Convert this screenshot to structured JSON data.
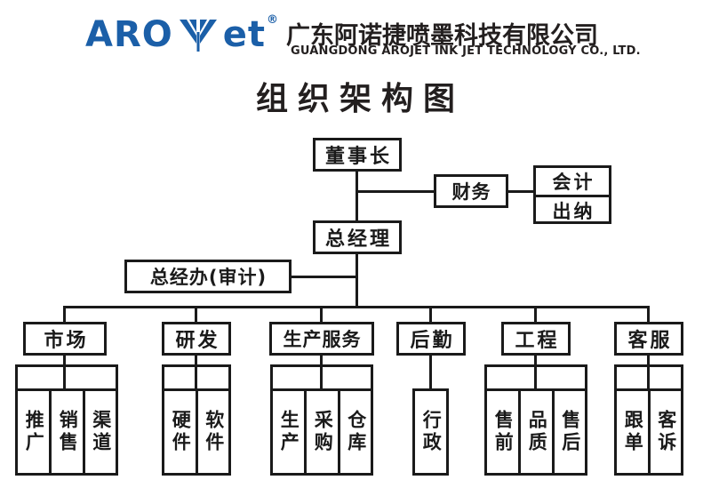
{
  "header": {
    "logo_text_left": "ARO",
    "logo_text_right": "et",
    "logo_mark_name": "arojet-leaf-mark",
    "logo_registered": "®",
    "logo_color": "#1b5fa8",
    "company_name_cn": "广东阿诺捷喷墨科技有限公司",
    "company_name_en": "GUANGDONG AROJET INK JET TECHNOLOGY CO., LTD."
  },
  "chart_title": "组织架构图",
  "org": {
    "chairman": "董事长",
    "finance": "财务",
    "finance_children": [
      "会计",
      "出纳"
    ],
    "general_manager": "总经理",
    "gm_office": "总经办(审计)",
    "departments": [
      {
        "name": "市场",
        "children": [
          "推广",
          "销售",
          "渠道"
        ]
      },
      {
        "name": "研发",
        "children": [
          "硬件",
          "软件"
        ]
      },
      {
        "name": "生产服务",
        "children": [
          "生产",
          "采购",
          "仓库"
        ]
      },
      {
        "name": "后勤",
        "children": [
          "行政"
        ]
      },
      {
        "name": "工程",
        "children": [
          "售前",
          "品质",
          "售后"
        ]
      },
      {
        "name": "客服",
        "children": [
          "跟单",
          "客诉"
        ]
      }
    ]
  }
}
